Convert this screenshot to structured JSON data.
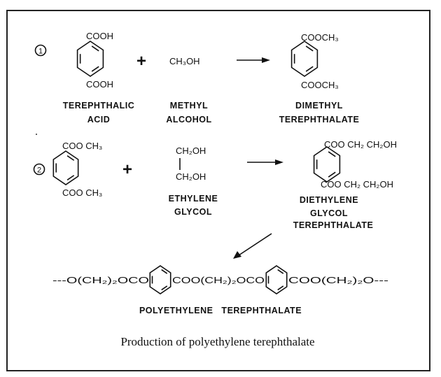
{
  "title": "Production of polyethylene terephthalate",
  "step1": {
    "number": "1",
    "reactant1": {
      "top": "COOH",
      "bottom": "COOH",
      "name_line1": "TEREPHTHALIC",
      "name_line2": "ACID"
    },
    "plus": "+",
    "reactant2": {
      "formula": "CH₃OH",
      "name_line1": "METHYL",
      "name_line2": "ALCOHOL"
    },
    "product": {
      "top": "COOCH₃",
      "bottom": "COOCH₃",
      "name_line1": "DIMETHYL",
      "name_line2": "TEREPHTHALATE"
    }
  },
  "step2": {
    "number": "2",
    "reactant1": {
      "top": "COO CH₃",
      "bottom": "COO CH₃"
    },
    "plus": "+",
    "reactant2": {
      "top": "CH₂OH",
      "bottom": "CH₂OH",
      "name_line1": "ETHYLENE",
      "name_line2": "GLYCOL"
    },
    "product": {
      "top": "COO CH₂ CH₂OH",
      "bottom": "COO CH₂ CH₂OH",
      "name_line1": "DIETHYLENE",
      "name_line2": "GLYCOL",
      "name_line3": "TEREPHTHALATE"
    }
  },
  "polymer": {
    "segment1": "---O(CH₂)₂OCO",
    "segment2": "COO(CH₂)₂OCO",
    "segment3": "COO(CH₂)₂O---",
    "name": "POLYETHYLENE   TEREPHTHALATE"
  }
}
